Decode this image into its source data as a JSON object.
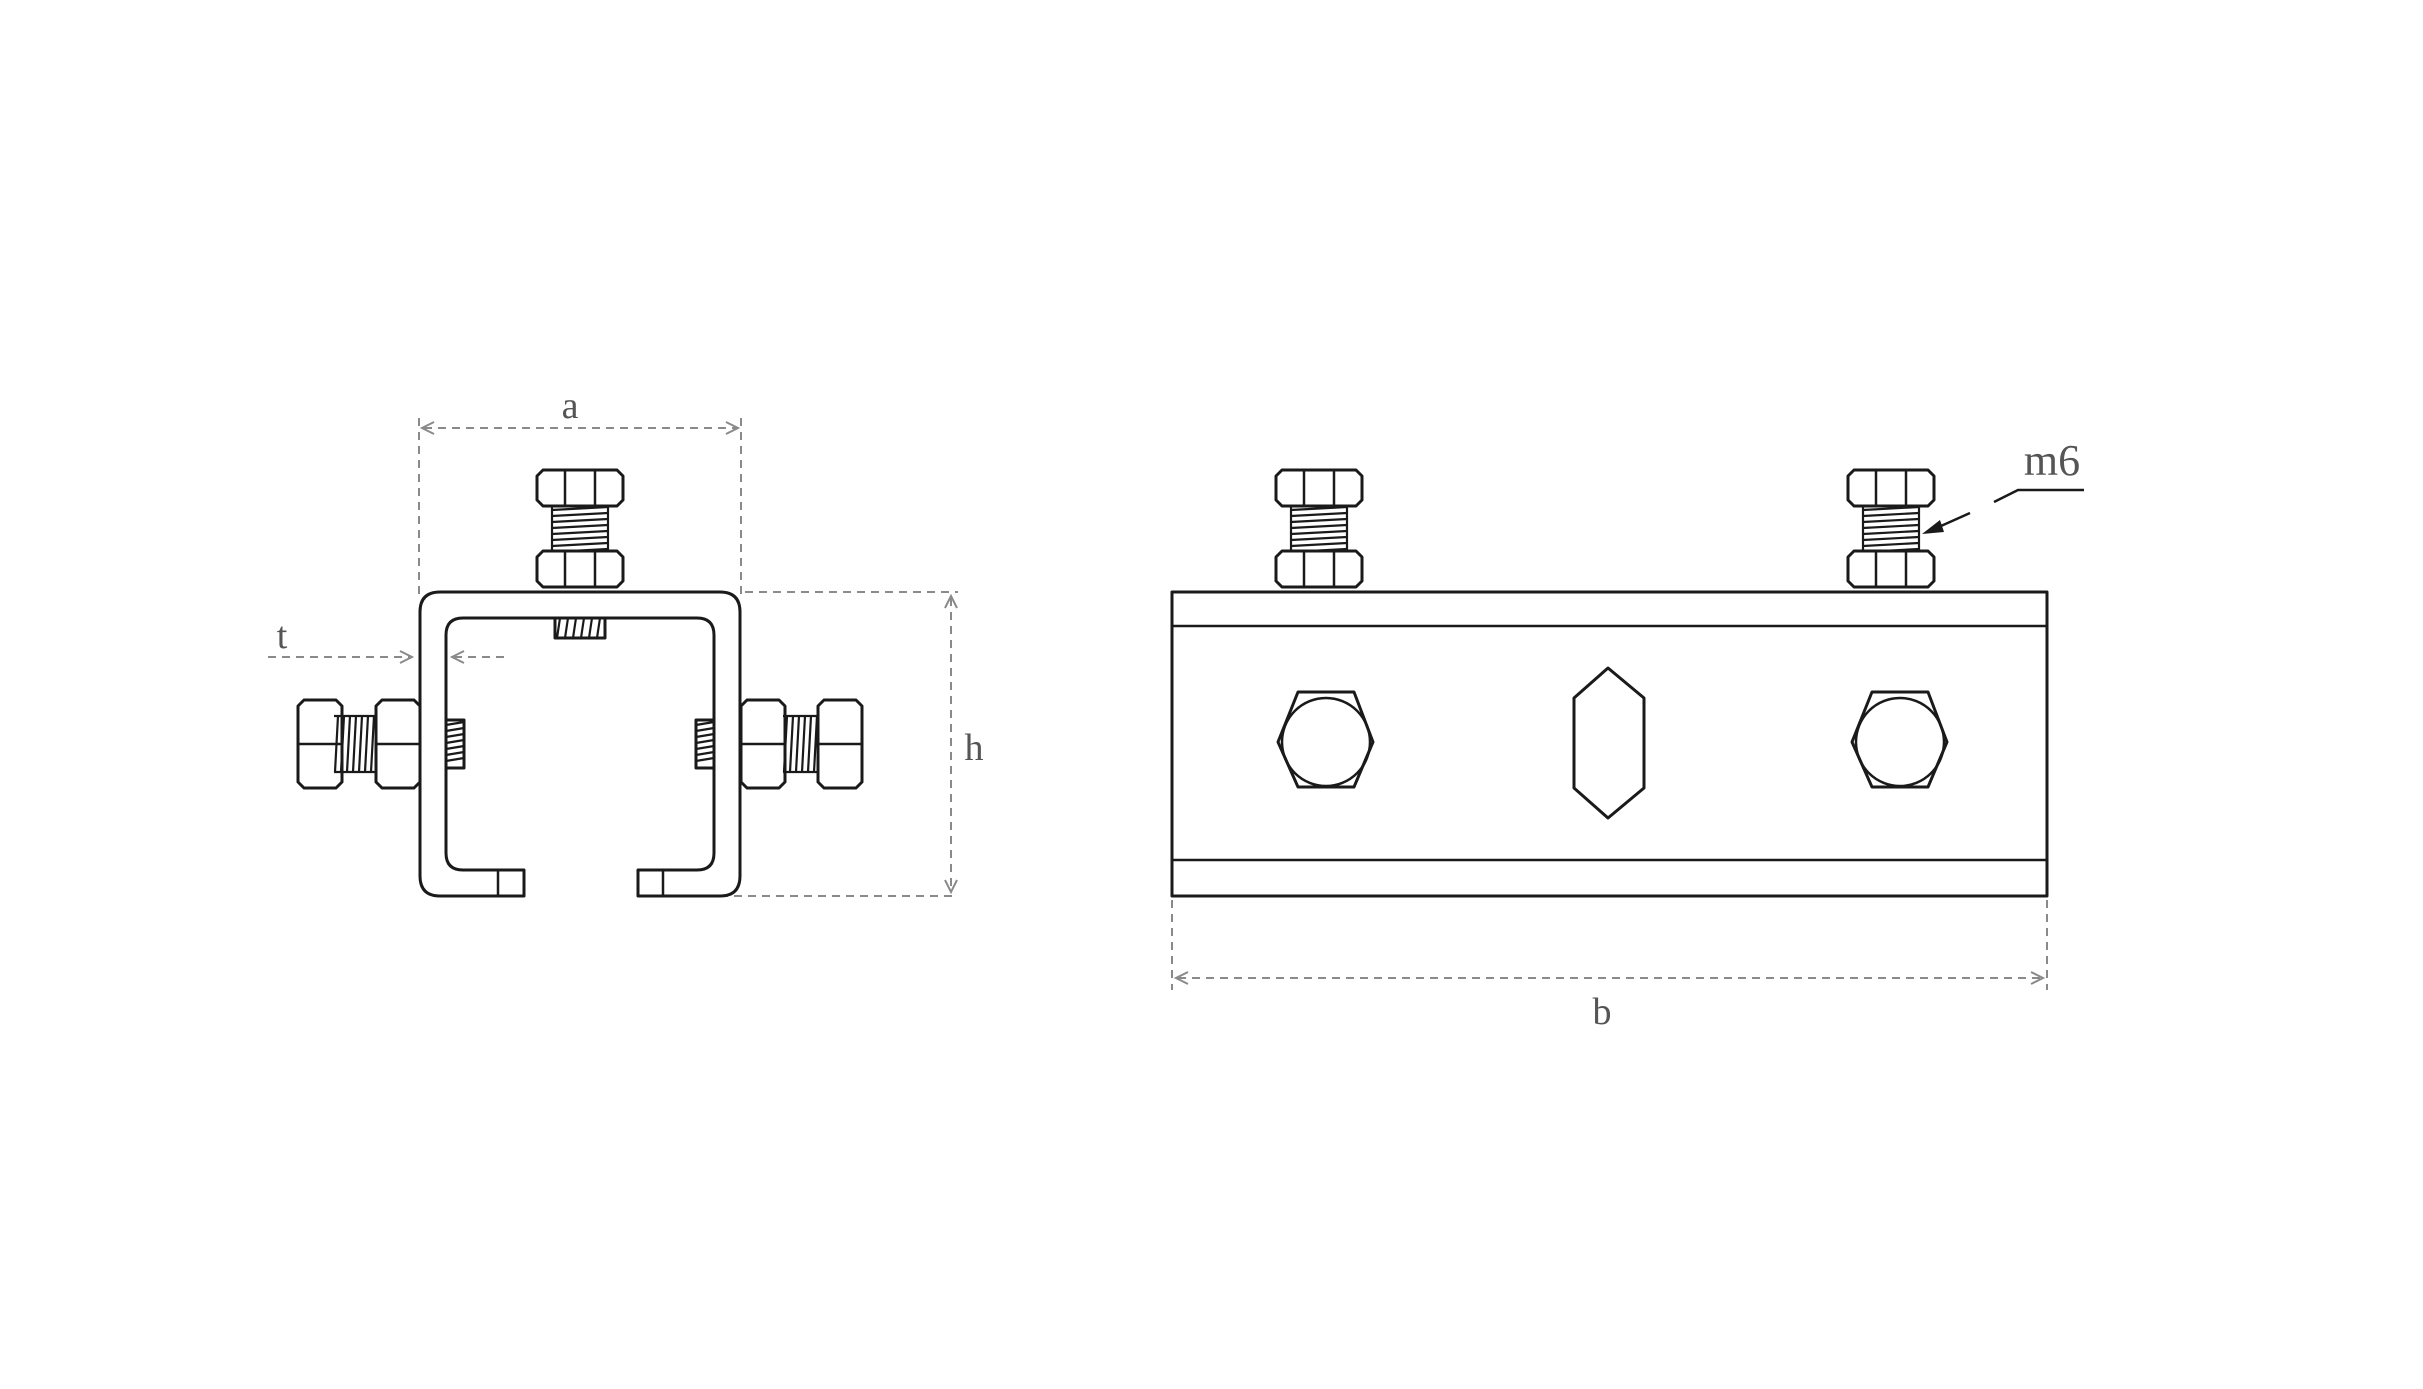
{
  "dimensions": {
    "a": "a",
    "t": "t",
    "h": "h",
    "b": "b",
    "thread": "m6"
  },
  "colors": {
    "outline": "#1a1a1a",
    "dimension": "#8a8a8a",
    "label": "#555555",
    "background": "#ffffff"
  }
}
